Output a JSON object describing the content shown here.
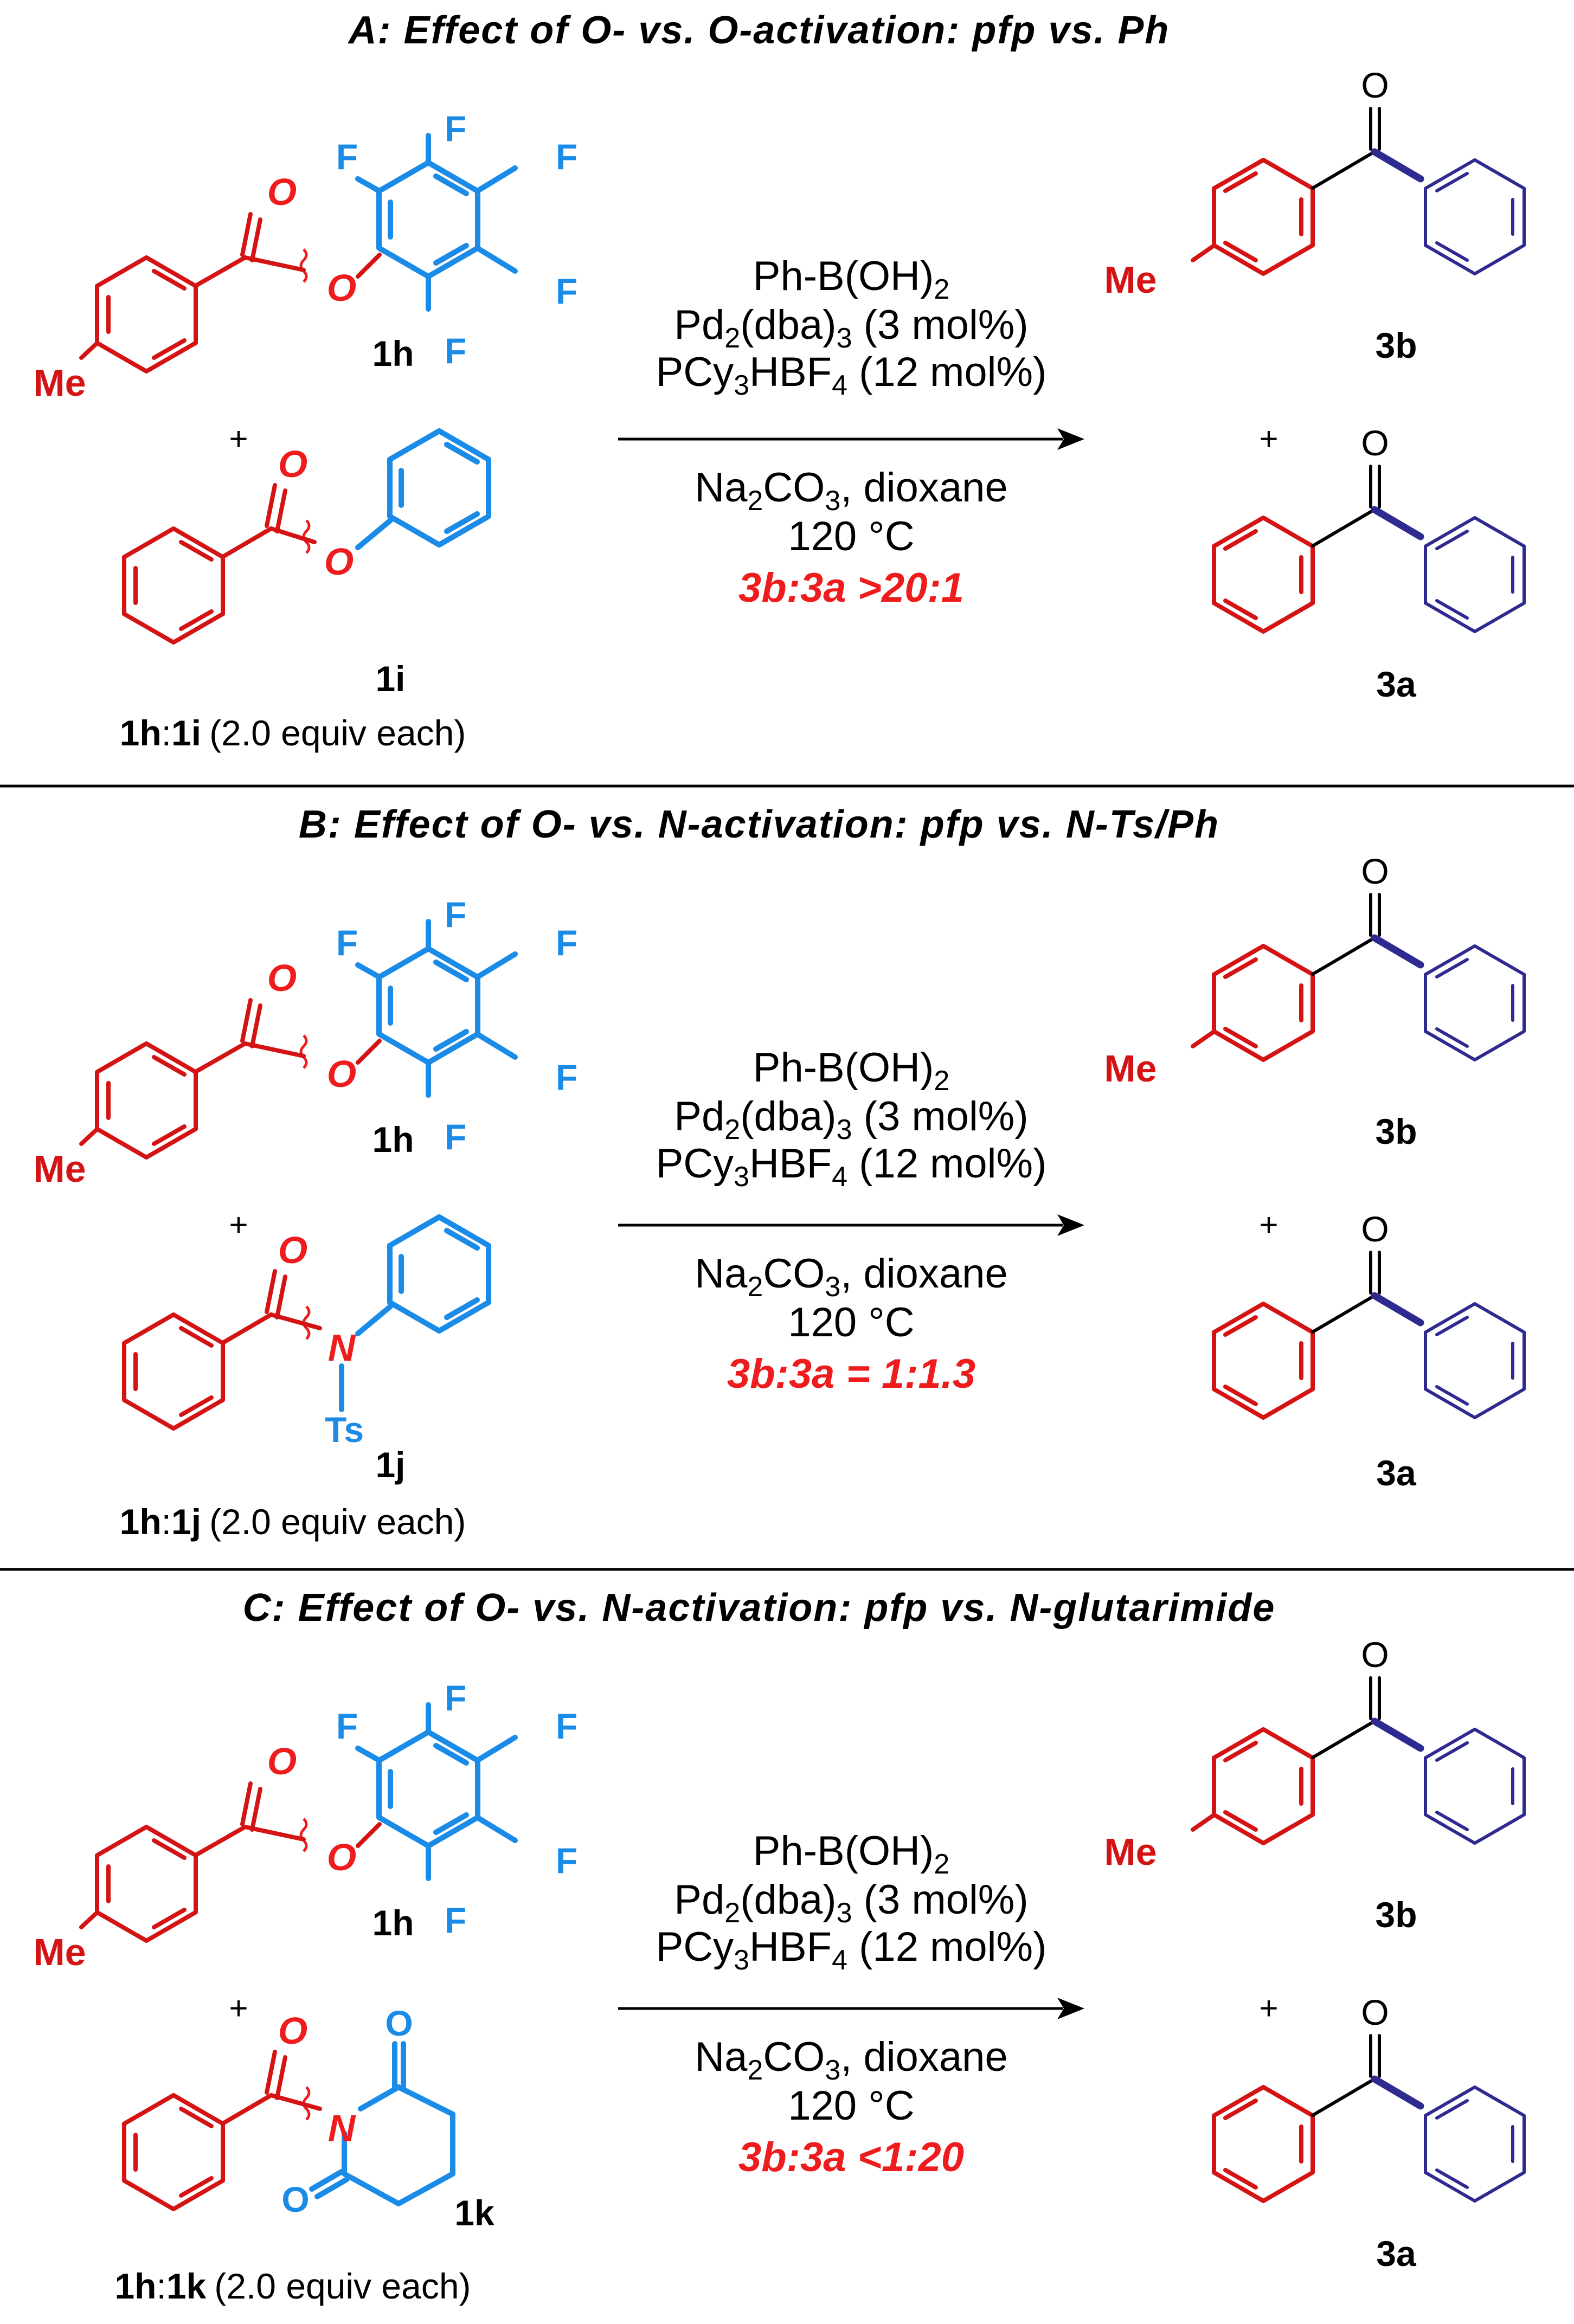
{
  "panels": [
    {
      "title": "A: Effect of O- vs. O-activation: pfp vs. Ph",
      "substrate_top_label": "1h",
      "substrate_bottom_label": "1i",
      "ratio_a": "1h",
      "ratio_b": "1i",
      "ratio_text": "(2.0 equiv each)",
      "selectivity": "3b:3a >20:1"
    },
    {
      "title": "B: Effect of O- vs. N-activation: pfp vs. N-Ts/Ph",
      "substrate_top_label": "1h",
      "substrate_bottom_label": "1j",
      "ratio_a": "1h",
      "ratio_b": "1j",
      "ratio_text": "(2.0 equiv each)",
      "selectivity": "3b:3a = 1:1.3"
    },
    {
      "title": "C: Effect of O- vs. N-activation: pfp vs. N-glutarimide",
      "substrate_top_label": "1h",
      "substrate_bottom_label": "1k",
      "ratio_a": "1h",
      "ratio_b": "1k",
      "ratio_text": "(2.0 equiv each)",
      "selectivity": "3b:3a <1:20"
    }
  ],
  "conditions": {
    "reagent_main": "Ph-B(OH)",
    "reagent_sub": "2",
    "catalyst_a": "Pd",
    "catalyst_sub1": "2",
    "catalyst_b": "(dba)",
    "catalyst_sub2": "3",
    "catalyst_c": " (3 mol%)",
    "ligand_a": "PCy",
    "ligand_sub1": "3",
    "ligand_b": "HBF",
    "ligand_sub2": "4",
    "ligand_c": " (12 mol%)",
    "base_a": "Na",
    "base_sub1": "2",
    "base_b": "CO",
    "base_sub2": "3",
    "base_c": ", dioxane",
    "temperature": "120 °C"
  },
  "products": {
    "top_label": "3b",
    "bottom_label": "3a",
    "plus": "+"
  },
  "atoms": {
    "oxygen": "O",
    "fluorine": "F",
    "nitrogen": "N",
    "methyl": "Me",
    "tosyl": "Ts"
  },
  "colors": {
    "acyl_red": "#d41414",
    "activating_blue": "#1b8be8",
    "product_navy": "#2e2a8f",
    "selectivity_red": "#ee1c1c"
  }
}
